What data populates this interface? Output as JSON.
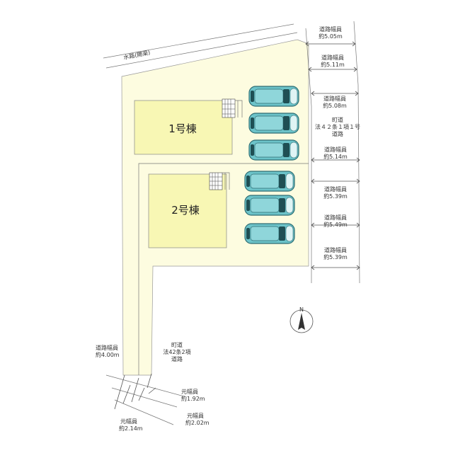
{
  "waterway": "水路(開渠)",
  "buildings": [
    {
      "label": "1号棟"
    },
    {
      "label": "2号棟"
    }
  ],
  "road_east": [
    "町道",
    "法４２条１項１号",
    "道路"
  ],
  "road_south": [
    "町道",
    "法42条2項",
    "道路"
  ],
  "widths_east": [
    [
      "道路幅員",
      "約5.05m"
    ],
    [
      "道路幅員",
      "約5.11m"
    ],
    [
      "道路幅員",
      "約5.08m"
    ],
    [
      "道路幅員",
      "約5.14m"
    ],
    [
      "道路幅員",
      "約5.39m"
    ],
    [
      "道路幅員",
      "約5.49m"
    ],
    [
      "道路幅員",
      "約5.39m"
    ]
  ],
  "widths_south": [
    [
      "道路幅員",
      "約4.00m"
    ],
    [
      "元幅員",
      "約1.92m"
    ],
    [
      "元幅員",
      "約2.02m"
    ],
    [
      "元幅員",
      "約2.14m"
    ]
  ],
  "compass": "N",
  "parking_spaces": 6,
  "colors": {
    "site": "#fdfce0",
    "building": "#f8f7b4",
    "car_body": "#6cc3c9",
    "car_dark": "#2f6d73",
    "lines": "#666666"
  }
}
